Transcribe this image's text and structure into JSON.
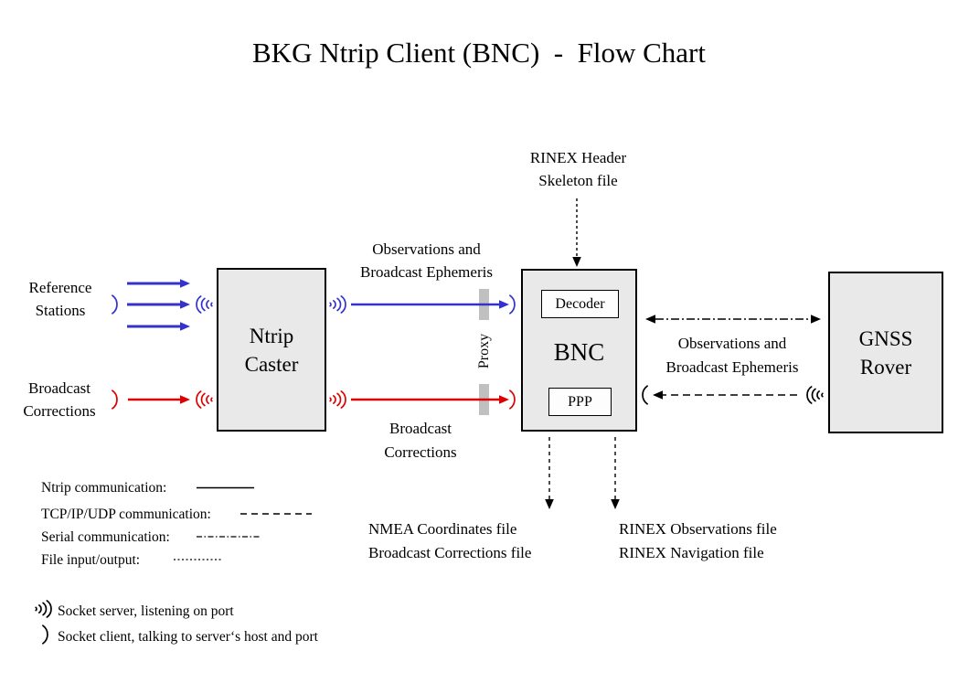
{
  "title": "BKG Ntrip Client (BNC)  -  Flow Chart",
  "colors": {
    "blue": "#3333cc",
    "red": "#dd0000",
    "ink": "#000000",
    "box_fill": "#e9e9e9",
    "subbox_fill": "#fdfdfd",
    "proxy_gray": "#c0c0c0"
  },
  "nodes": {
    "ntrip_caster": {
      "lines": [
        "Ntrip",
        "Caster"
      ]
    },
    "bnc": {
      "label": "BNC",
      "decoder_label": "Decoder",
      "ppp_label": "PPP"
    },
    "gnss_rover": {
      "lines": [
        "GNSS",
        "Rover"
      ]
    },
    "proxy_label": "Proxy"
  },
  "inputs": {
    "reference_stations": {
      "lines": [
        "Reference",
        "Stations"
      ]
    },
    "broadcast_corrections": {
      "lines": [
        "Broadcast",
        "Corrections"
      ]
    },
    "rinex_header_skeleton": {
      "lines": [
        "RINEX Header",
        "Skeleton file"
      ]
    }
  },
  "flows": {
    "caster_to_bnc_observations": {
      "lines": [
        "Observations and",
        "Broadcast Ephemeris"
      ]
    },
    "caster_to_bnc_corrections": {
      "lines": [
        "Broadcast",
        "Corrections"
      ]
    },
    "bnc_rover_observations": {
      "lines": [
        "Observations and",
        "Broadcast Ephemeris"
      ]
    }
  },
  "outputs": {
    "ppp_files": {
      "lines": [
        "NMEA Coordinates file",
        "Broadcast Corrections file"
      ]
    },
    "rinex_files": {
      "lines": [
        "RINEX Observations file",
        "RINEX Navigation file"
      ]
    }
  },
  "legend": {
    "line_types": [
      {
        "label": "Ntrip communication:",
        "style": "solid"
      },
      {
        "label": "TCP/IP/UDP communication:",
        "style": "dashed"
      },
      {
        "label": "Serial communication:",
        "style": "dash-dot"
      },
      {
        "label": "File input/output:",
        "style": "dotted"
      }
    ],
    "sockets": [
      {
        "symbol": "socket-server",
        "label": "Socket server, listening on port"
      },
      {
        "symbol": "socket-client",
        "label": "Socket client, talking to server‘s host and port"
      }
    ]
  }
}
